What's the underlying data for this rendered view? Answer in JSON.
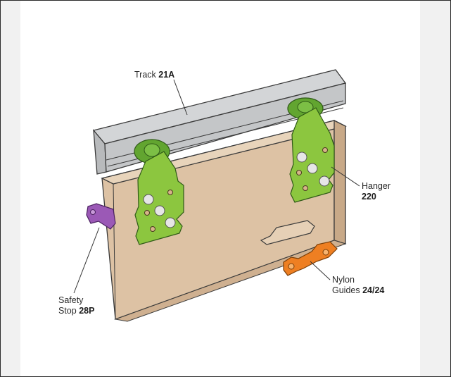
{
  "labels": {
    "track": {
      "name": "Track",
      "code": "21A"
    },
    "hanger": {
      "name": "Hanger",
      "code": "220"
    },
    "nylon_guides": {
      "line1": "Nylon",
      "line2_name": "Guides",
      "code": "24/24"
    },
    "safety_stop": {
      "line1": "Safety",
      "line2_name": "Stop",
      "code": "28P"
    }
  },
  "colors": {
    "track": "#c9cbcd",
    "door": "#ddc2a4",
    "hanger": "#8cc63f",
    "wheel": "#62a530",
    "nylon_guides": "#ee7f22",
    "safety_stop": "#9b59b6",
    "outline": "#3a3a3a"
  }
}
